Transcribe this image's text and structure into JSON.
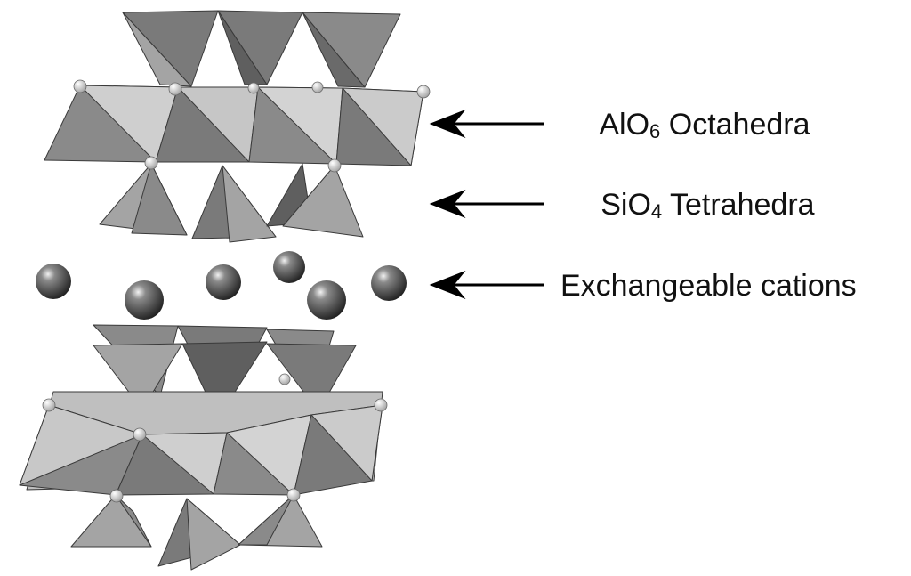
{
  "labels": {
    "octahedra": {
      "formula_main": "AlO",
      "formula_sub": "6",
      "rest": " Octahedra"
    },
    "tetrahedra": {
      "formula_main": "SiO",
      "formula_sub": "4",
      "rest": " Tetrahedra"
    },
    "cations": {
      "text": "Exchangeable cations"
    }
  },
  "colors": {
    "face_light": "#cfcfcf",
    "face_mid": "#a4a4a4",
    "face_dark": "#7a7a7a",
    "edge": "#3a3a3a",
    "arrow": "#000000"
  }
}
